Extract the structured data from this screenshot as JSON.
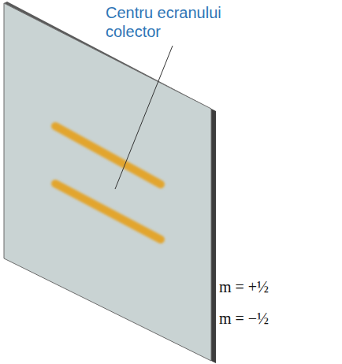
{
  "diagram": {
    "labels": [
      "Centru ecranului colector",
      "m = +½",
      "m = −½"
    ]
  }
}
